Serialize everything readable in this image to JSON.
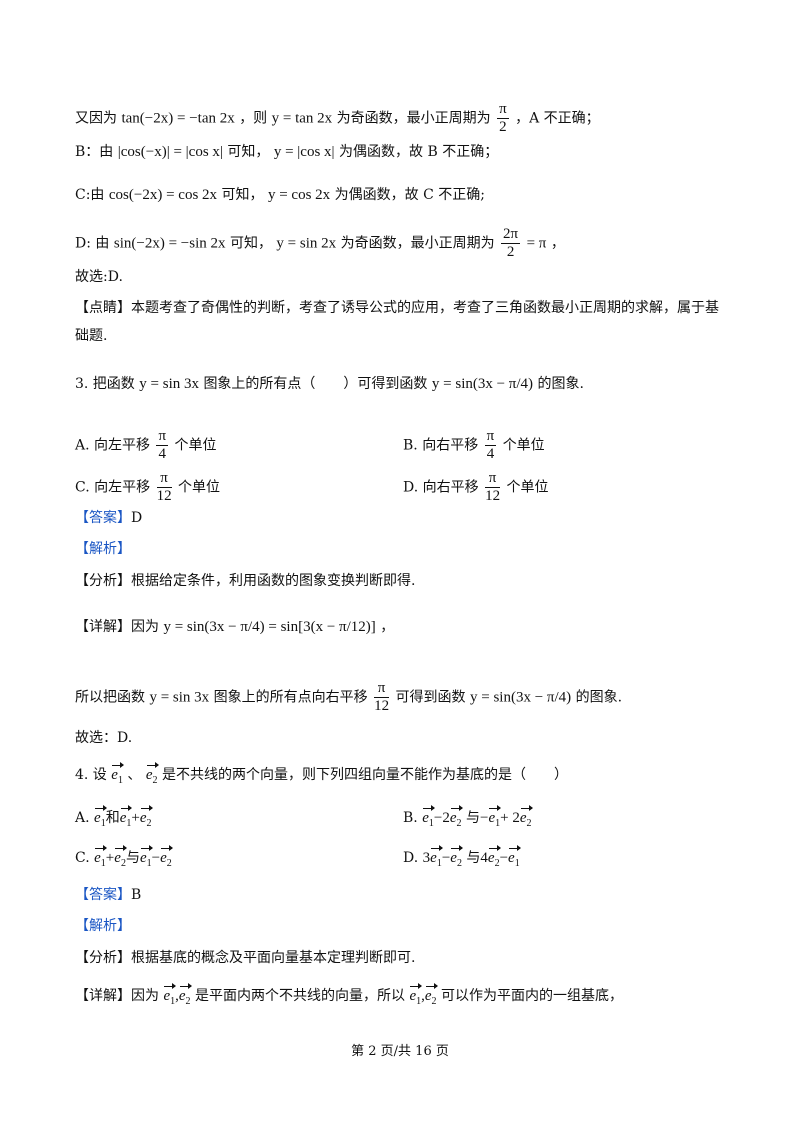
{
  "lines": {
    "l1a": "又因为",
    "l1b": "，则",
    "l1c": "为奇函数，最小正周期为",
    "l1d": "，A 不正确；",
    "l2a": "B：由",
    "l2b": "可知，",
    "l2c": "为偶函数，故 B 不正确；",
    "l3a": "C:由",
    "l3b": "可知，",
    "l3c": "为偶函数，故 C 不正确;",
    "l4a": "D: 由",
    "l4b": "可知，",
    "l4c": "为奇函数，最小正周期为",
    "l4d": "，",
    "l5": "故选:D.",
    "l6a": "【点睛】",
    "l6b": "本题考查了奇偶性的判断，考查了诱导公式的应用，考查了三角函数最小正周期的求解，属于基",
    "l7": "础题.",
    "q3a": "3. 把函数",
    "q3b": "图象上的所有点（　　）可得到函数",
    "q3c": "的图象.",
    "q3A": "A. 向左平移",
    "q3B": "B. 向右平移",
    "q3C": "C. 向左平移",
    "q3D": "D. 向右平移",
    "unit": "个单位",
    "ans_tag": "【答案】",
    "ans3": "D",
    "jx_tag": "【解析】",
    "fx_tag": "【分析】",
    "fx3": "根据给定条件，利用函数的图象变换判断即得.",
    "xj_tag": "【详解】",
    "xj3a": "因为",
    "xj3b": "，",
    "so3a": "所以把函数",
    "so3b": "图象上的所有点向右平移",
    "so3c": "可得到函数",
    "so3d": "的图象.",
    "choose3": "故选：D.",
    "q4a": "4. 设",
    "q4b": "、",
    "q4c": "是不共线的两个向量，则下列四组向量不能作为基底的是（　　）",
    "q4A_pre": "A.",
    "q4A_and": "和",
    "q4B_pre": "B.",
    "q4B_with": "与",
    "q4C_pre": "C.",
    "q4C_with": "与",
    "q4D_pre": "D.",
    "q4D_with": "与",
    "ans4": "B",
    "fx4": "根据基底的概念及平面向量基本定理判断即可.",
    "xj4a": "因为",
    "xj4b": "是平面内两个不共线的向量，所以",
    "xj4c": "可以作为平面内的一组基底，"
  },
  "math": {
    "tan_eq": "tan(−2x) = −tan 2x",
    "y_tan2x": "y = tan 2x",
    "pi": "π",
    "two": "2",
    "cos_abs_eq": "|cos(−x)| = |cos x|",
    "y_cos_abs": "y = |cos x|",
    "cos_eq": "cos(−2x) = cos 2x",
    "y_cos2x": "y = cos 2x",
    "sin_eq": "sin(−2x) = −sin 2x",
    "y_sin2x": "y = sin 2x",
    "two_pi": "2π",
    "eq_pi": "= π",
    "y_sin3x": "y = sin 3x",
    "y_target": "y = sin(3x − π/4)",
    "four": "4",
    "twelve": "12",
    "xj_eq": "y = sin(3x − π/4) = sin[3(x − π/12)]",
    "e": "e",
    "s1": "1",
    "s2": "2"
  },
  "footer": "第 2 页/共 16 页"
}
